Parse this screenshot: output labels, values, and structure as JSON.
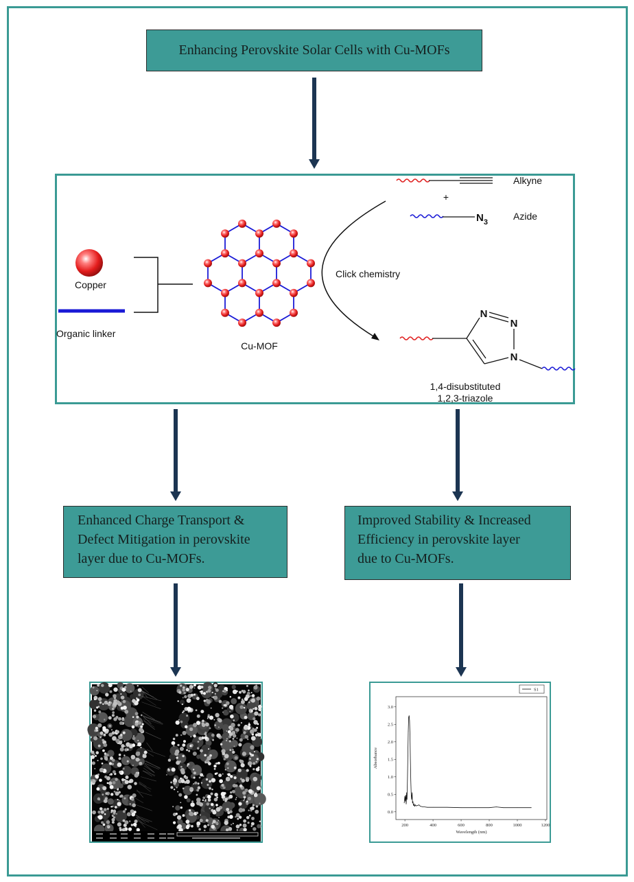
{
  "title": "Enhancing Perovskite Solar Cells with Cu-MOFs",
  "mof_panel": {
    "copper_label": "Copper",
    "linker_label": "Organic linker",
    "mof_label": "Cu-MOF",
    "click_label": "Click chemistry",
    "alkyne_label": "Alkyne",
    "plus": "+",
    "azide_label": "Azide",
    "azide_symbol": "N",
    "azide_subscript": "3",
    "nitrogen": "N",
    "product_line1": "1,4-disubstituted",
    "product_line2": "1,2,3-triazole"
  },
  "outcomes": [
    {
      "lines": [
        "Enhanced Charge Transport &",
        "Defect Mitigation in perovskite",
        "layer due to Cu-MOFs."
      ]
    },
    {
      "lines": [
        "Improved Stability & Increased",
        "Efficiency in perovskite layer",
        "due to Cu-MOFs."
      ]
    }
  ],
  "colors": {
    "teal": "#3d9b96",
    "frame": "#3a9a94",
    "arrow": "#1c3552",
    "copper_red": "#e02020",
    "linker_blue": "#1a1ad6"
  },
  "chart_data": {
    "type": "line",
    "title": "",
    "xlabel": "Wavelength (nm)",
    "ylabel": "Absorbance",
    "xlim": [
      136,
      1210
    ],
    "ylim": [
      -0.22,
      3.29
    ],
    "xticks": [
      200,
      400,
      600,
      800,
      1000,
      1200
    ],
    "xtick_labels": [
      "200",
      "400",
      "600",
      "800",
      "1000",
      "1200"
    ],
    "yticks": [
      0.0,
      0.5,
      1.0,
      1.5,
      2.0,
      2.5,
      3.0
    ],
    "ytick_labels": [
      "0.0",
      "0.5",
      "1.0",
      "1.5",
      "2.0",
      "2.5",
      "3.0"
    ],
    "grid": false,
    "legend": "top-right",
    "series": [
      {
        "name": "S1",
        "x": [
          195,
          200,
          203,
          206,
          209,
          212,
          215,
          218,
          221,
          224,
          227,
          230,
          233,
          236,
          239,
          242,
          245,
          248,
          251,
          254,
          257,
          260,
          263,
          266,
          270,
          275,
          280,
          290,
          300,
          310,
          320,
          330,
          340,
          360,
          400,
          500,
          600,
          700,
          800,
          850,
          900,
          1000,
          1100
        ],
        "y": [
          0.25,
          0.45,
          0.3,
          0.48,
          0.22,
          0.55,
          0.35,
          0.9,
          1.6,
          2.3,
          2.7,
          2.75,
          2.6,
          2.2,
          1.5,
          0.9,
          0.5,
          0.35,
          0.55,
          0.25,
          0.3,
          0.2,
          0.18,
          0.22,
          0.16,
          0.2,
          0.17,
          0.18,
          0.2,
          0.16,
          0.15,
          0.14,
          0.14,
          0.13,
          0.13,
          0.13,
          0.12,
          0.12,
          0.12,
          0.14,
          0.12,
          0.12,
          0.12
        ]
      }
    ]
  }
}
